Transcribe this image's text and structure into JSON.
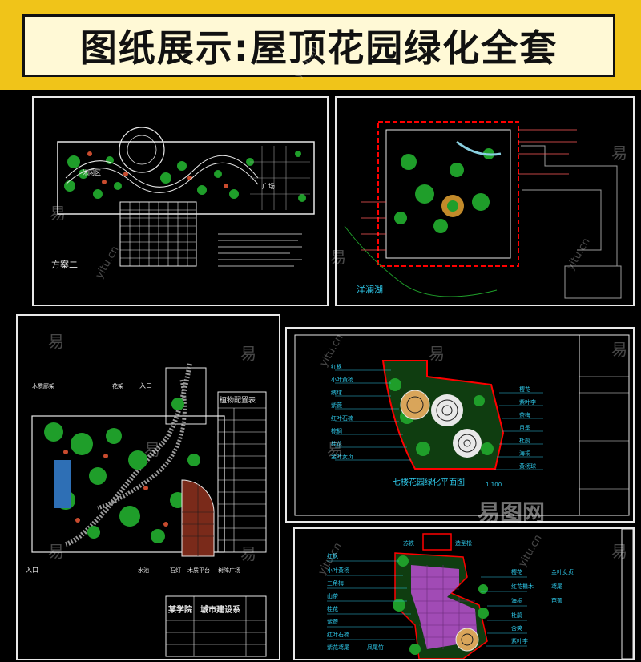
{
  "banner": {
    "title": "图纸展示:屋顶花园绿化全套",
    "bg_color": "#f0c419"
  },
  "sheet1": {
    "scheme_label": "方案二",
    "area_label1": "休闲区",
    "area_label2": "广场",
    "color_accent": "#00ff00"
  },
  "sheet2": {
    "lake_label": "洋澜湖",
    "color_accent": "#ff0000"
  },
  "sheet3": {
    "table_title": "植物配置表",
    "entrance_top": "入口",
    "entrance_bottom": "入口",
    "school_label": "某学院",
    "dept_label": "城市建设系",
    "label_a": "木质廊架",
    "label_b": "花架",
    "label_c": "水池",
    "label_d": "石灯",
    "label_e": "木质平台",
    "label_f": "树阵广场"
  },
  "sheet4": {
    "plan_title": "七楼花园绿化平面图",
    "scale": "1:100",
    "labels_left": [
      "红枫",
      "小叶黄杨",
      "绣球",
      "紫薇",
      "红叶石楠",
      "棕榈",
      "桂花",
      "金叶女贞"
    ],
    "labels_right": [
      "樱花",
      "紫叶李",
      "茶梅",
      "月季",
      "杜鹃",
      "海桐",
      "黄杨球"
    ]
  },
  "sheet5": {
    "labels_left": [
      "红枫",
      "小叶黄杨",
      "三角梅",
      "山茶",
      "桂花",
      "紫薇",
      "红叶石楠",
      "紫花鸢尾",
      "凤尾竹"
    ],
    "labels_right": [
      "樱花",
      "红花檵木",
      "海桐",
      "杜鹃",
      "含笑",
      "紫叶李",
      "金叶女贞",
      "鸢尾",
      "芭蕉"
    ],
    "top_label1": "苏铁",
    "top_label2": "造型松"
  },
  "watermarks": {
    "yi": "易",
    "site": "yitu.cn",
    "brand": "易图网"
  }
}
